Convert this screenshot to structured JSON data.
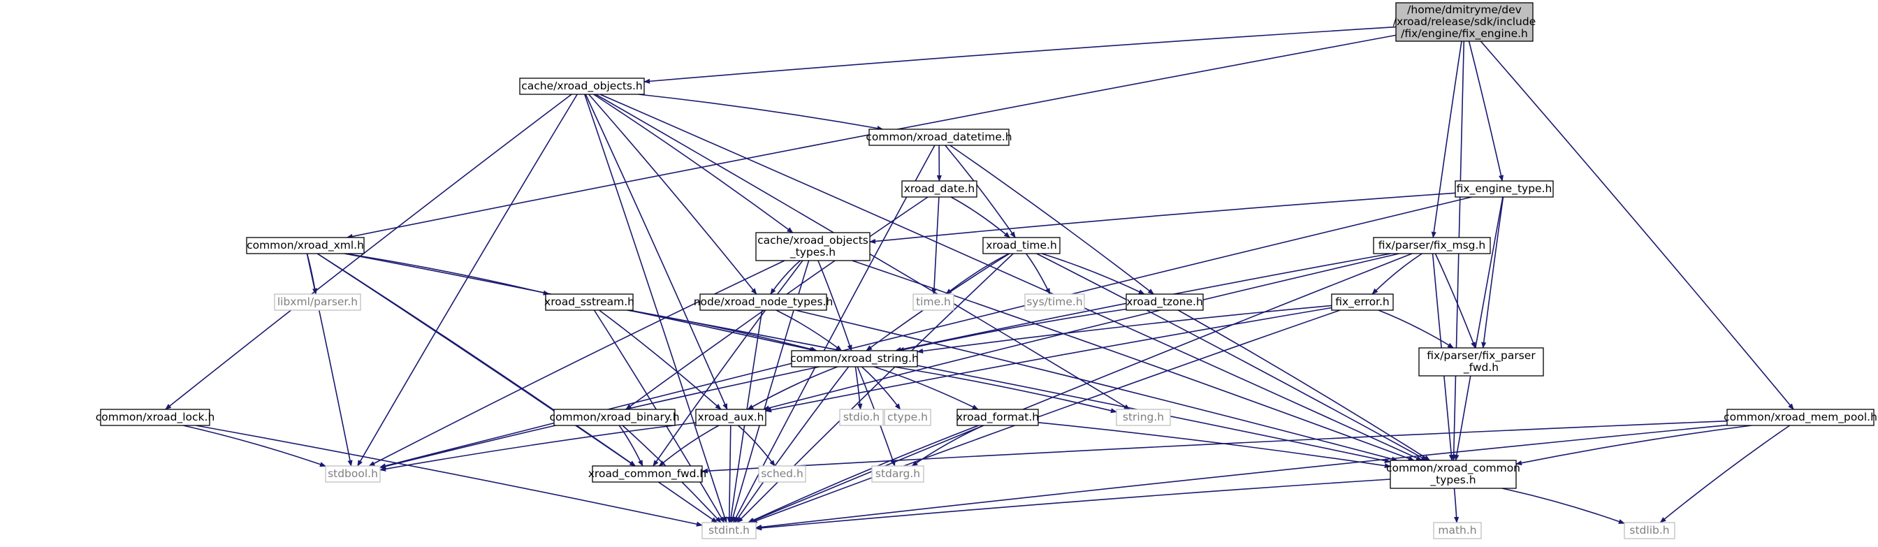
{
  "colors": {
    "edge": "#191970",
    "node_border": "#000000",
    "node_fill": "#ffffff",
    "root_fill": "#bfbfbf",
    "external_border": "#bfbfbf",
    "external_text": "#7f7f7f",
    "text": "#000000"
  },
  "nodes": [
    {
      "id": "fix_engine",
      "lines": [
        "/home/dmitryme/dev",
        "/xroad/release/sdk/include",
        "/fix/engine/fix_engine.h"
      ],
      "kind": "root"
    },
    {
      "id": "xroad_objects",
      "lines": [
        "cache/xroad_objects.h"
      ],
      "kind": "internal"
    },
    {
      "id": "xroad_datetime",
      "lines": [
        "common/xroad_datetime.h"
      ],
      "kind": "internal"
    },
    {
      "id": "xroad_date",
      "lines": [
        "xroad_date.h"
      ],
      "kind": "internal"
    },
    {
      "id": "fix_engine_type",
      "lines": [
        "fix_engine_type.h"
      ],
      "kind": "internal"
    },
    {
      "id": "xroad_xml",
      "lines": [
        "common/xroad_xml.h"
      ],
      "kind": "internal"
    },
    {
      "id": "xroad_objects_types",
      "lines": [
        "cache/xroad_objects",
        "_types.h"
      ],
      "kind": "internal"
    },
    {
      "id": "xroad_time",
      "lines": [
        "xroad_time.h"
      ],
      "kind": "internal"
    },
    {
      "id": "fix_msg",
      "lines": [
        "fix/parser/fix_msg.h"
      ],
      "kind": "internal"
    },
    {
      "id": "libxml_parser",
      "lines": [
        "libxml/parser.h"
      ],
      "kind": "external"
    },
    {
      "id": "time_h",
      "lines": [
        "time.h"
      ],
      "kind": "external"
    },
    {
      "id": "sys_time",
      "lines": [
        "sys/time.h"
      ],
      "kind": "external"
    },
    {
      "id": "xroad_sstream",
      "lines": [
        "xroad_sstream.h"
      ],
      "kind": "internal"
    },
    {
      "id": "xroad_node_types",
      "lines": [
        "node/xroad_node_types.h"
      ],
      "kind": "internal"
    },
    {
      "id": "xroad_tzone",
      "lines": [
        "xroad_tzone.h"
      ],
      "kind": "internal"
    },
    {
      "id": "fix_error",
      "lines": [
        "fix_error.h"
      ],
      "kind": "internal"
    },
    {
      "id": "xroad_string",
      "lines": [
        "common/xroad_string.h"
      ],
      "kind": "internal"
    },
    {
      "id": "fix_parser_fwd",
      "lines": [
        "fix/parser/fix_parser",
        "_fwd.h"
      ],
      "kind": "internal"
    },
    {
      "id": "xroad_lock",
      "lines": [
        "common/xroad_lock.h"
      ],
      "kind": "internal"
    },
    {
      "id": "xroad_binary",
      "lines": [
        "common/xroad_binary.h"
      ],
      "kind": "internal"
    },
    {
      "id": "xroad_aux",
      "lines": [
        "xroad_aux.h"
      ],
      "kind": "internal"
    },
    {
      "id": "stdio_h",
      "lines": [
        "stdio.h"
      ],
      "kind": "external"
    },
    {
      "id": "ctype_h",
      "lines": [
        "ctype.h"
      ],
      "kind": "external"
    },
    {
      "id": "xroad_format",
      "lines": [
        "xroad_format.h"
      ],
      "kind": "internal"
    },
    {
      "id": "string_h",
      "lines": [
        "string.h"
      ],
      "kind": "external"
    },
    {
      "id": "xroad_mem_pool",
      "lines": [
        "common/xroad_mem_pool.h"
      ],
      "kind": "internal"
    },
    {
      "id": "xroad_common_types",
      "lines": [
        "common/xroad_common",
        "_types.h"
      ],
      "kind": "internal"
    },
    {
      "id": "stdbool_h",
      "lines": [
        "stdbool.h"
      ],
      "kind": "external"
    },
    {
      "id": "xroad_common_fwd",
      "lines": [
        "xroad_common_fwd.h"
      ],
      "kind": "internal"
    },
    {
      "id": "sched_h",
      "lines": [
        "sched.h"
      ],
      "kind": "external"
    },
    {
      "id": "stdarg_h",
      "lines": [
        "stdarg.h"
      ],
      "kind": "external"
    },
    {
      "id": "stdint_h",
      "lines": [
        "stdint.h"
      ],
      "kind": "external"
    },
    {
      "id": "math_h",
      "lines": [
        "math.h"
      ],
      "kind": "external"
    },
    {
      "id": "stdlib_h",
      "lines": [
        "stdlib.h"
      ],
      "kind": "external"
    }
  ],
  "edges": [
    [
      "fix_engine",
      "xroad_objects"
    ],
    [
      "fix_engine",
      "xroad_xml"
    ],
    [
      "fix_engine",
      "fix_engine_type"
    ],
    [
      "fix_engine",
      "fix_msg"
    ],
    [
      "fix_engine",
      "xroad_common_types"
    ],
    [
      "fix_engine",
      "xroad_mem_pool"
    ],
    [
      "xroad_objects",
      "xroad_datetime"
    ],
    [
      "xroad_objects",
      "xroad_objects_types"
    ],
    [
      "xroad_objects",
      "xroad_node_types"
    ],
    [
      "xroad_objects",
      "xroad_aux"
    ],
    [
      "xroad_objects",
      "xroad_lock"
    ],
    [
      "xroad_objects",
      "stdbool_h"
    ],
    [
      "xroad_objects",
      "stdint_h"
    ],
    [
      "xroad_objects",
      "string_h"
    ],
    [
      "xroad_objects",
      "xroad_common_types"
    ],
    [
      "xroad_datetime",
      "xroad_date"
    ],
    [
      "xroad_datetime",
      "xroad_time"
    ],
    [
      "xroad_datetime",
      "xroad_tzone"
    ],
    [
      "xroad_datetime",
      "stdint_h"
    ],
    [
      "xroad_date",
      "xroad_time"
    ],
    [
      "xroad_date",
      "time_h"
    ],
    [
      "xroad_date",
      "xroad_binary"
    ],
    [
      "fix_engine_type",
      "xroad_objects_types"
    ],
    [
      "fix_engine_type",
      "fix_parser_fwd"
    ],
    [
      "fix_engine_type",
      "xroad_common_types"
    ],
    [
      "fix_engine_type",
      "stdbool_h"
    ],
    [
      "xroad_xml",
      "libxml_parser"
    ],
    [
      "xroad_xml",
      "xroad_sstream"
    ],
    [
      "xroad_xml",
      "xroad_string"
    ],
    [
      "xroad_xml",
      "stdbool_h"
    ],
    [
      "xroad_xml",
      "xroad_common_fwd"
    ],
    [
      "xroad_xml",
      "stdint_h"
    ],
    [
      "xroad_objects_types",
      "xroad_node_types"
    ],
    [
      "xroad_objects_types",
      "xroad_string"
    ],
    [
      "xroad_objects_types",
      "stdbool_h"
    ],
    [
      "xroad_objects_types",
      "xroad_common_fwd"
    ],
    [
      "xroad_objects_types",
      "xroad_common_types"
    ],
    [
      "xroad_objects_types",
      "stdint_h"
    ],
    [
      "xroad_time",
      "time_h"
    ],
    [
      "xroad_time",
      "sys_time"
    ],
    [
      "xroad_time",
      "xroad_tzone"
    ],
    [
      "xroad_time",
      "xroad_string"
    ],
    [
      "xroad_time",
      "xroad_common_types"
    ],
    [
      "xroad_time",
      "stdint_h"
    ],
    [
      "fix_msg",
      "fix_error"
    ],
    [
      "fix_msg",
      "fix_parser_fwd"
    ],
    [
      "fix_msg",
      "xroad_string"
    ],
    [
      "fix_msg",
      "xroad_aux"
    ],
    [
      "fix_msg",
      "xroad_common_types"
    ],
    [
      "fix_msg",
      "stdint_h"
    ],
    [
      "xroad_sstream",
      "xroad_string"
    ],
    [
      "xroad_sstream",
      "xroad_aux"
    ],
    [
      "xroad_sstream",
      "xroad_common_types"
    ],
    [
      "xroad_sstream",
      "stdint_h"
    ],
    [
      "xroad_node_types",
      "xroad_string"
    ],
    [
      "xroad_node_types",
      "xroad_common_types"
    ],
    [
      "xroad_node_types",
      "stdint_h"
    ],
    [
      "xroad_tzone",
      "xroad_string"
    ],
    [
      "xroad_tzone",
      "xroad_common_types"
    ],
    [
      "fix_error",
      "xroad_string"
    ],
    [
      "fix_error",
      "fix_parser_fwd"
    ],
    [
      "fix_error",
      "xroad_aux"
    ],
    [
      "fix_error",
      "stdint_h"
    ],
    [
      "xroad_string",
      "xroad_aux"
    ],
    [
      "xroad_string",
      "stdio_h"
    ],
    [
      "xroad_string",
      "ctype_h"
    ],
    [
      "xroad_string",
      "xroad_format"
    ],
    [
      "xroad_string",
      "string_h"
    ],
    [
      "xroad_string",
      "stdarg_h"
    ],
    [
      "xroad_string",
      "stdbool_h"
    ],
    [
      "xroad_string",
      "stdint_h"
    ],
    [
      "xroad_lock",
      "stdbool_h"
    ],
    [
      "xroad_lock",
      "stdint_h"
    ],
    [
      "xroad_binary",
      "xroad_common_fwd"
    ],
    [
      "xroad_binary",
      "stdint_h"
    ],
    [
      "xroad_aux",
      "stdbool_h"
    ],
    [
      "xroad_aux",
      "xroad_common_fwd"
    ],
    [
      "xroad_aux",
      "sched_h"
    ],
    [
      "xroad_aux",
      "stdint_h"
    ],
    [
      "xroad_format",
      "stdarg_h"
    ],
    [
      "xroad_format",
      "xroad_common_types"
    ],
    [
      "xroad_format",
      "stdint_h"
    ],
    [
      "xroad_mem_pool",
      "xroad_common_fwd"
    ],
    [
      "xroad_mem_pool",
      "xroad_common_types"
    ],
    [
      "xroad_mem_pool",
      "stdlib_h"
    ],
    [
      "xroad_mem_pool",
      "stdint_h"
    ],
    [
      "xroad_common_types",
      "math_h"
    ],
    [
      "xroad_common_types",
      "stdlib_h"
    ],
    [
      "xroad_common_types",
      "stdint_h"
    ]
  ]
}
